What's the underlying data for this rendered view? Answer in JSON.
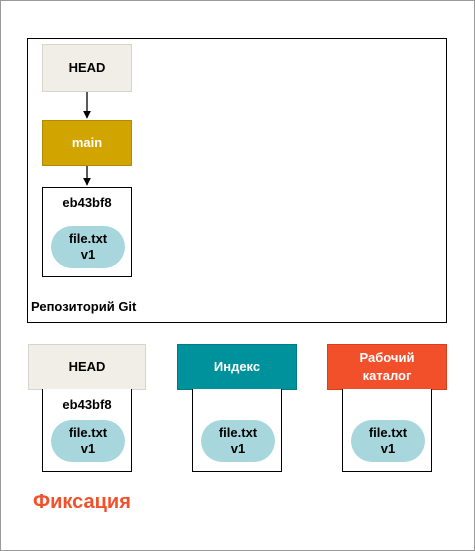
{
  "repository": {
    "label": "Репозиторий Git",
    "head_label": "HEAD",
    "branch_label": "main",
    "commit_id": "eb43bf8",
    "file_name": "file.txt",
    "file_version": "v1"
  },
  "commit_row": {
    "head": {
      "label": "HEAD",
      "commit_id": "eb43bf8",
      "file_name": "file.txt",
      "file_version": "v1"
    },
    "index": {
      "label": "Индекс",
      "file_name": "file.txt",
      "file_version": "v1"
    },
    "working": {
      "label_line1": "Рабочий",
      "label_line2": "каталог",
      "file_name": "file.txt",
      "file_version": "v1"
    }
  },
  "title": "Фиксация",
  "colors": {
    "head": "#f0eee6",
    "branch": "#d1a400",
    "index": "#00929c",
    "working": "#f2502b",
    "blob": "#a7d6dc",
    "title": "#f2502b"
  }
}
